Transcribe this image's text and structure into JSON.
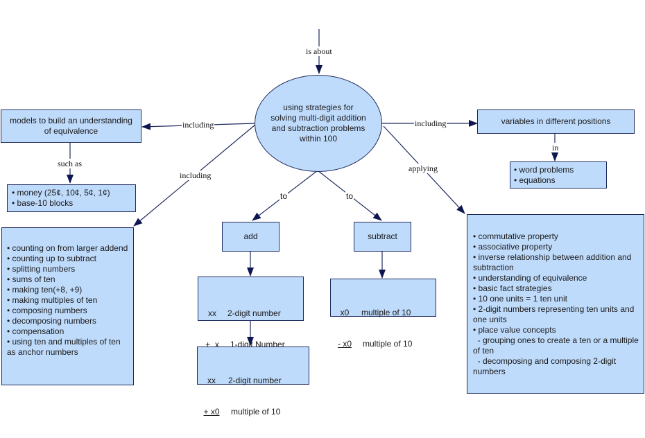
{
  "root": {
    "incoming_link": "is about",
    "topic": "using strategies for solving multi-digit addition and subtraction problems within 100"
  },
  "links": {
    "models": "including",
    "strategies": "including",
    "variables": "including",
    "properties": "applying",
    "add": "to",
    "subtract": "to",
    "such_as": "such as",
    "in": "in"
  },
  "nodes": {
    "models": "models to build an understanding of equivalence",
    "models_examples": [
      "• money (25¢, 10¢, 5¢, 1¢)",
      "• base-10 blocks"
    ],
    "strategies": [
      "• counting on from larger addend",
      "• counting up to subtract",
      "• splitting numbers",
      "• sums of ten",
      "• making ten(+8, +9)",
      "• making multiples of ten",
      "• composing numbers",
      "• decomposing numbers",
      "• compensation",
      "• using ten and multiples of ten as anchor numbers"
    ],
    "add": "add",
    "subtract": "subtract",
    "add_step1": [
      {
        "left": "xx",
        "right": "2-digit number",
        "underline": false
      },
      {
        "left": "+  x",
        "right": "1-digit Number",
        "underline": true
      }
    ],
    "add_step2": [
      {
        "left": "xx",
        "right": "2-digit number",
        "underline": false
      },
      {
        "left": "+ x0",
        "right": "multiple of 10",
        "underline": true
      }
    ],
    "subtract_step1": [
      {
        "left": "x0",
        "right": "multiple of 10",
        "underline": false
      },
      {
        "left": "- x0",
        "right": "multiple of 10",
        "underline": true
      }
    ],
    "variables": "variables in different positions",
    "variables_contexts": [
      "• word problems",
      "• equations"
    ],
    "properties": [
      "• commutative property",
      "• associative property",
      "• inverse relationship between addition and subtraction",
      "• understanding of equivalence",
      "• basic fact strategies",
      "• 10 one units = 1 ten unit",
      "• 2-digit numbers representing ten units and one units",
      "• place value concepts",
      "  - grouping ones to create a ten or a multiple of ten",
      "  - decomposing and composing 2-digit numbers"
    ]
  },
  "colors": {
    "node_fill": "#bfdbfb",
    "node_border": "#1f2a5c",
    "arrow": "#0d1650"
  }
}
